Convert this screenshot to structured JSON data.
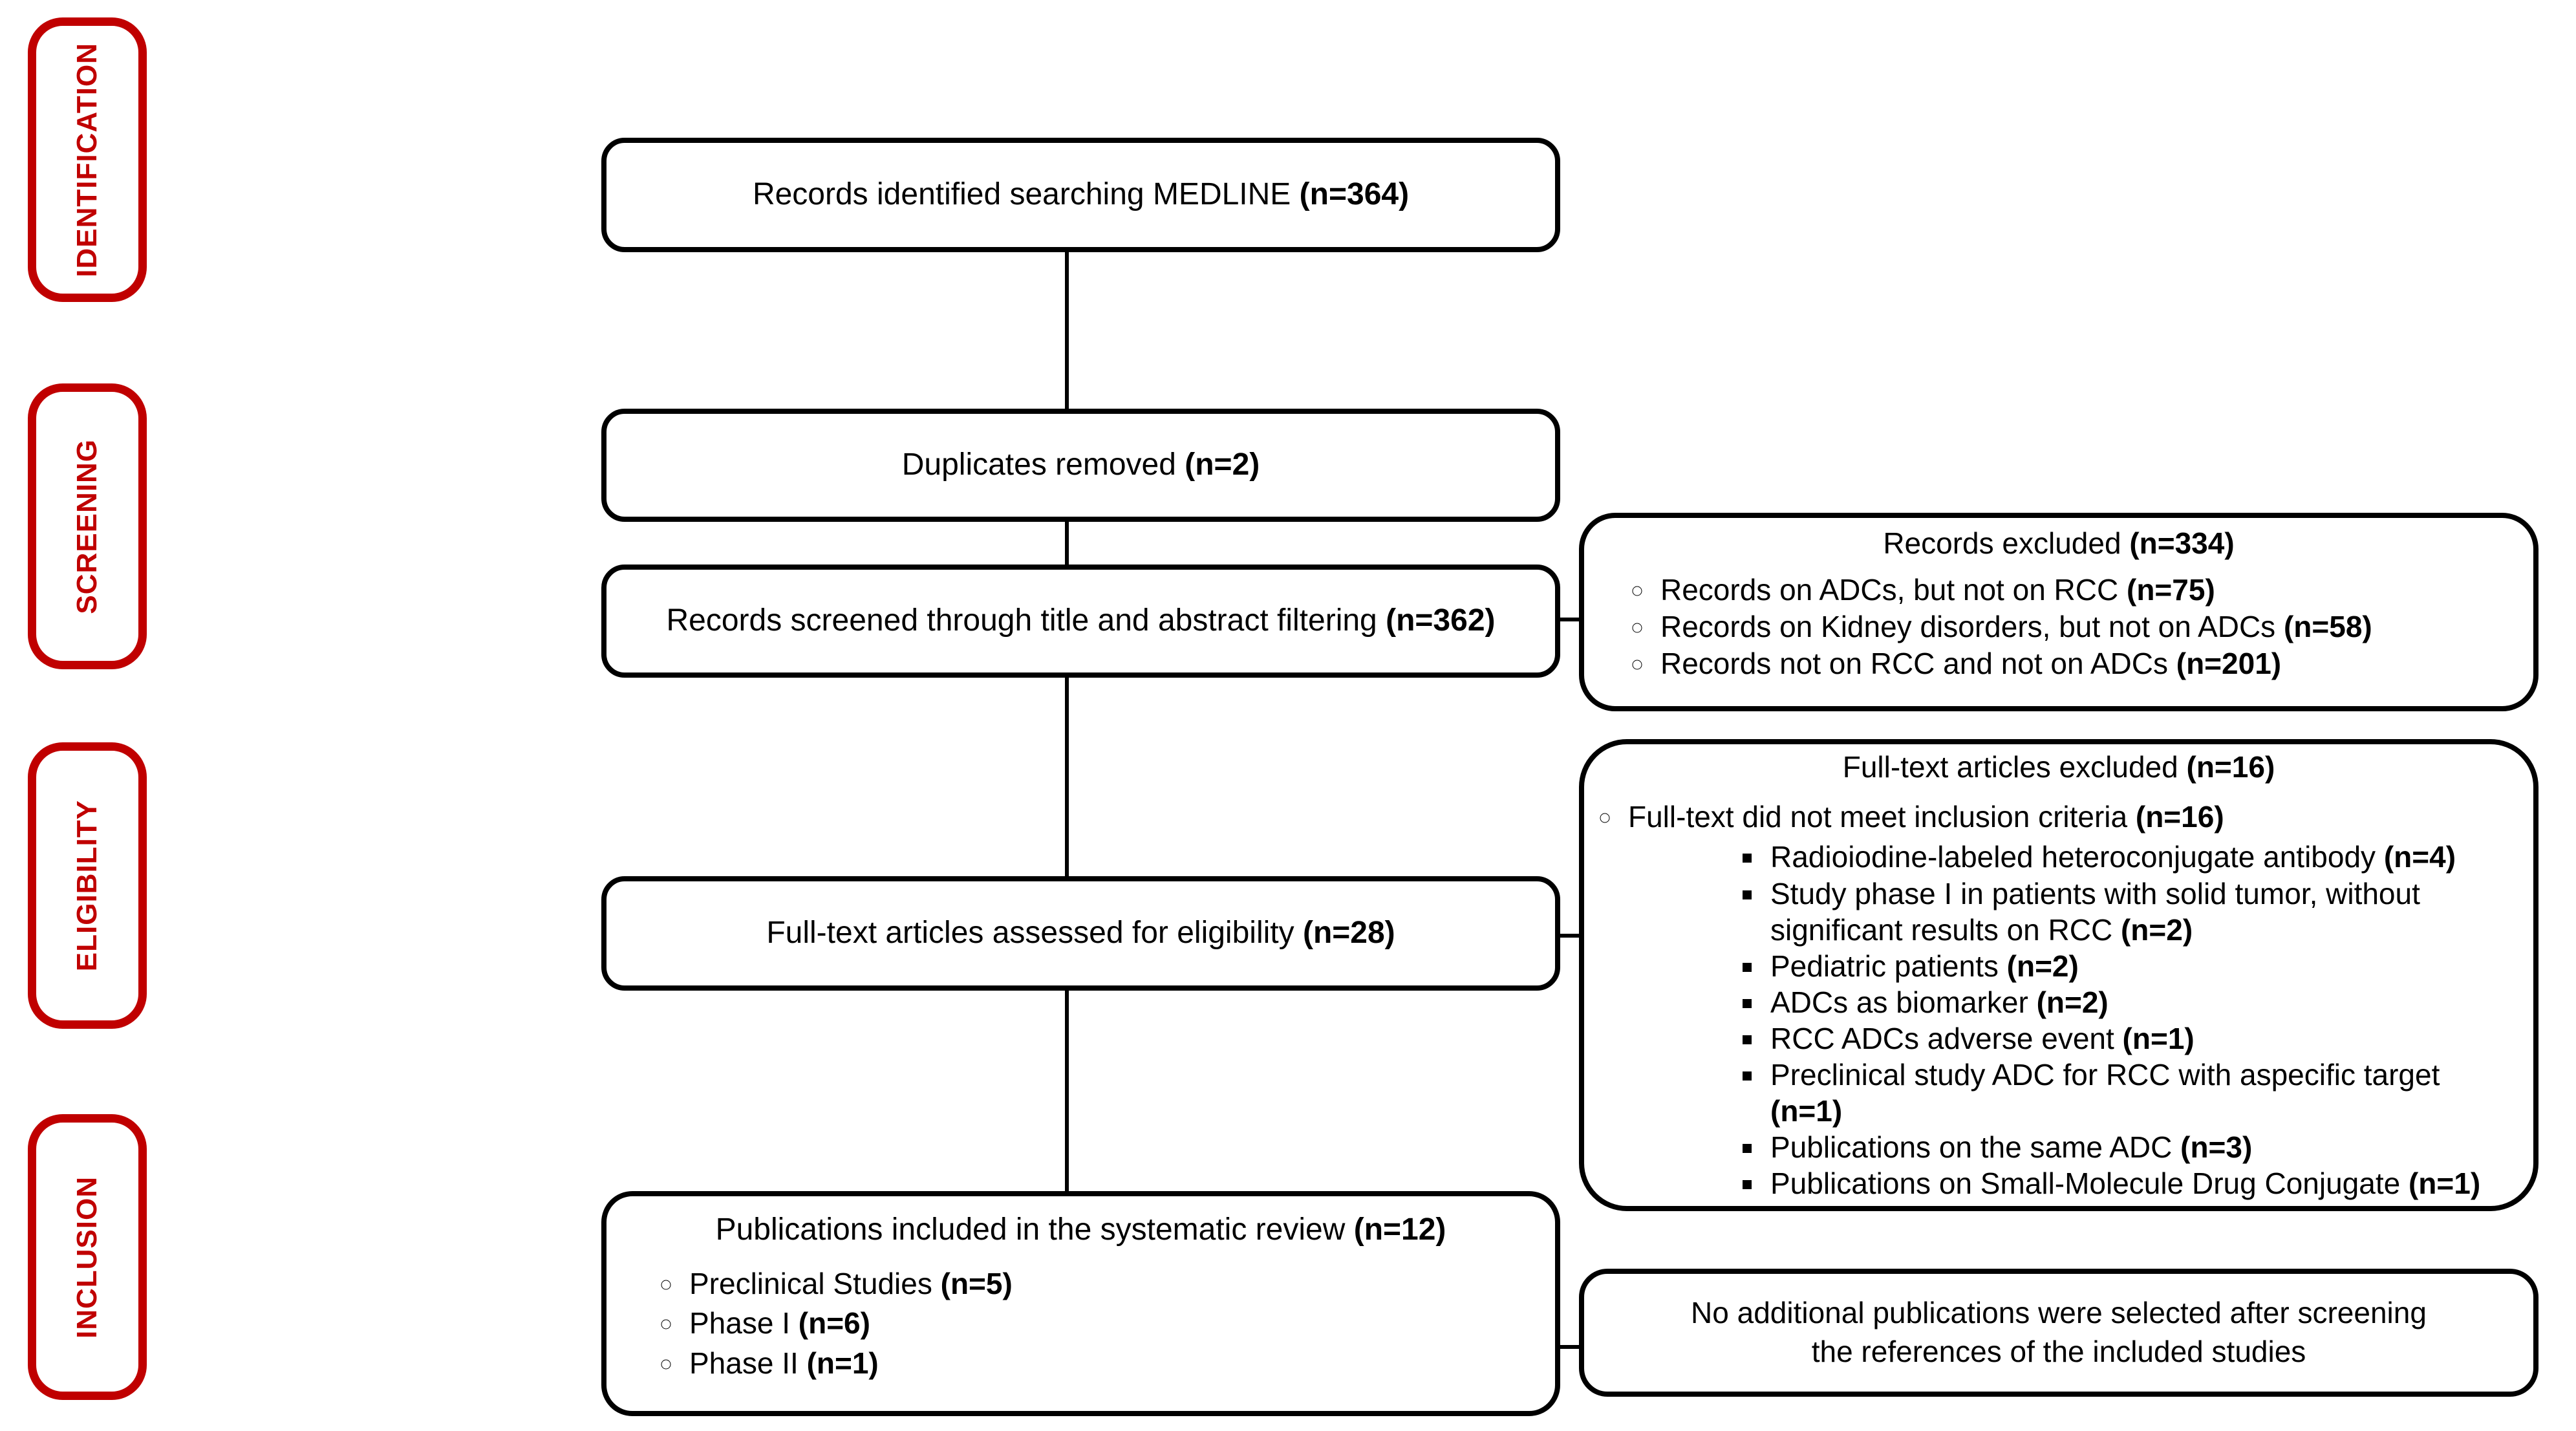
{
  "diagram_title": "Systematic review selection flow (PRISMA)",
  "colors": {
    "stage_accent": "#C00000",
    "box_border": "#000000",
    "background": "#FFFFFF"
  },
  "sidebar": {
    "identification": "IDENTIFICATION",
    "screening": "SCREENING",
    "eligibility": "ELIGIBILITY",
    "inclusion": "INCLUSION"
  },
  "flow": {
    "records_identified": {
      "text": "Records identified searching MEDLINE ",
      "count": "(n=364)"
    },
    "duplicates_removed": {
      "text": "Duplicates removed ",
      "count": "(n=2)"
    },
    "records_screened": {
      "text": "Records screened through title and abstract filtering ",
      "count": "(n=362)"
    },
    "fulltext_assessed": {
      "text": "Full-text articles assessed for eligibility  ",
      "count": "(n=28)"
    },
    "publications_included": {
      "title": {
        "text": "Publications included in the systematic review ",
        "count": "(n=12)"
      },
      "bullets": [
        {
          "text": "Preclinical Studies ",
          "count": "(n=5)"
        },
        {
          "text": "Phase I ",
          "count": "(n=6)"
        },
        {
          "text": "Phase II ",
          "count": "(n=1)"
        }
      ]
    }
  },
  "exclusions": {
    "records_excluded": {
      "title": {
        "text": "Records excluded ",
        "count": "(n=334)"
      },
      "bullets": [
        {
          "text": "Records on ADCs, but not on RCC ",
          "count": "(n=75)"
        },
        {
          "text": "Records on Kidney disorders, but not on ADCs ",
          "count": "(n=58)"
        },
        {
          "text": "Records not on RCC and not on ADCs ",
          "count": "(n=201)"
        }
      ]
    },
    "fulltext_excluded": {
      "title": {
        "text": "Full-text articles excluded ",
        "count": "(n=16)"
      },
      "criteria": {
        "text": "Full-text did not meet inclusion criteria ",
        "count": "(n=16)"
      },
      "sub_bullets": [
        {
          "text": "Radioiodine-labeled heteroconjugate  antibody ",
          "count": "(n=4)"
        },
        {
          "text": "Study phase I in patients with solid tumor, without significant results on RCC ",
          "count": "(n=2)"
        },
        {
          "text": "Pediatric patients ",
          "count": "(n=2)"
        },
        {
          "text": "ADCs as biomarker ",
          "count": "(n=2)"
        },
        {
          "text": "RCC ADCs adverse event  ",
          "count": "(n=1)"
        },
        {
          "text": "Preclinical study ADC for RCC with aspecific target ",
          "count": "(n=1)"
        },
        {
          "text": "Publications on the same ADC ",
          "count": "(n=3)"
        },
        {
          "text": "Publications on Small-Molecule Drug Conjugate ",
          "count": "(n=1)"
        }
      ]
    },
    "no_additional": "No additional publications were selected after screening the references of the included studies"
  }
}
